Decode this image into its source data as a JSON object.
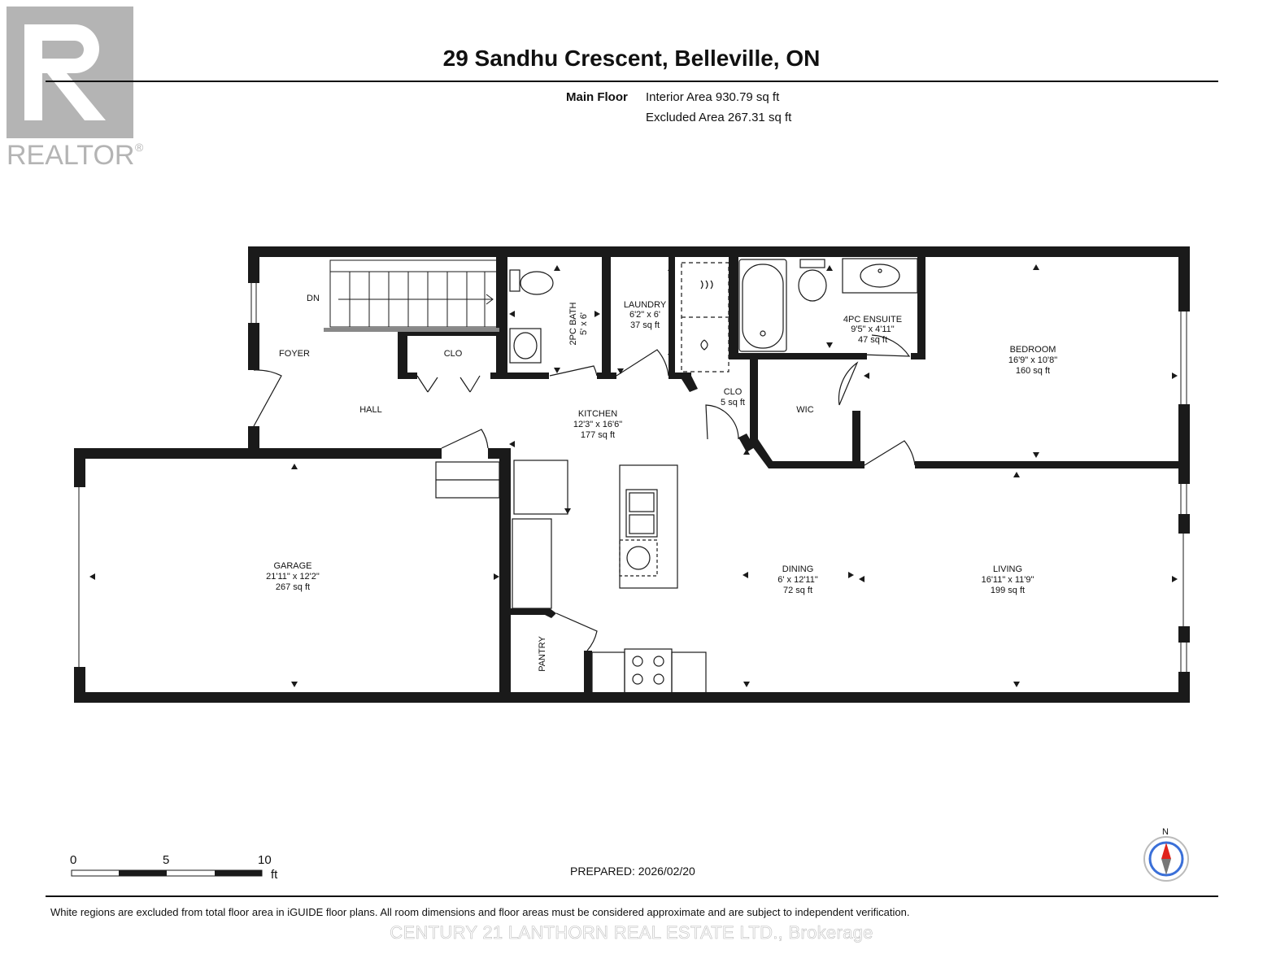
{
  "header": {
    "title": "29 Sandhu Crescent, Belleville, ON",
    "logo_text": "REALTOR",
    "floor_label": "Main Floor",
    "interior_area": "Interior Area 930.79 sq ft",
    "excluded_area": "Excluded Area 267.31 sq ft"
  },
  "rooms": {
    "dn": "DN",
    "foyer": "FOYER",
    "hall": "HALL",
    "clo_hall": "CLO",
    "bath2": {
      "name": "2PC BATH",
      "dims": "5' x 6'"
    },
    "laundry": {
      "name": "LAUNDRY",
      "dims": "6'2\" x 6'",
      "area": "37 sq ft"
    },
    "ensuite": {
      "name": "4PC ENSUITE",
      "dims": "9'5\" x 4'11\"",
      "area": "47 sq ft"
    },
    "bedroom": {
      "name": "BEDROOM",
      "dims": "16'9\" x 10'8\"",
      "area": "160 sq ft"
    },
    "kitchen": {
      "name": "KITCHEN",
      "dims": "12'3\" x 16'6\"",
      "area": "177 sq ft"
    },
    "clo_small": {
      "name": "CLO",
      "area": "5 sq ft"
    },
    "wic": "WIC",
    "garage": {
      "name": "GARAGE",
      "dims": "21'11\" x 12'2\"",
      "area": "267 sq ft"
    },
    "dining": {
      "name": "DINING",
      "dims": "6' x 12'11\"",
      "area": "72 sq ft"
    },
    "living": {
      "name": "LIVING",
      "dims": "16'11\" x 11'9\"",
      "area": "199 sq ft"
    },
    "pantry": "PANTRY"
  },
  "scale": {
    "labels": [
      "0",
      "5",
      "10"
    ],
    "unit": "ft"
  },
  "compass": {
    "label": "N",
    "needle_color": "#e0231c",
    "ring_color": "#3a6fd8"
  },
  "footer": {
    "prepared": "PREPARED: 2026/02/20",
    "disclaimer": "White regions are excluded from total floor area in iGUIDE floor plans. All room dimensions and floor areas must be considered approximate and are subject to independent verification.",
    "brokerage": "CENTURY 21 LANTHORN REAL ESTATE LTD., Brokerage"
  },
  "colors": {
    "wall": "#1a1a1a",
    "logo": "#b4b4b4"
  }
}
